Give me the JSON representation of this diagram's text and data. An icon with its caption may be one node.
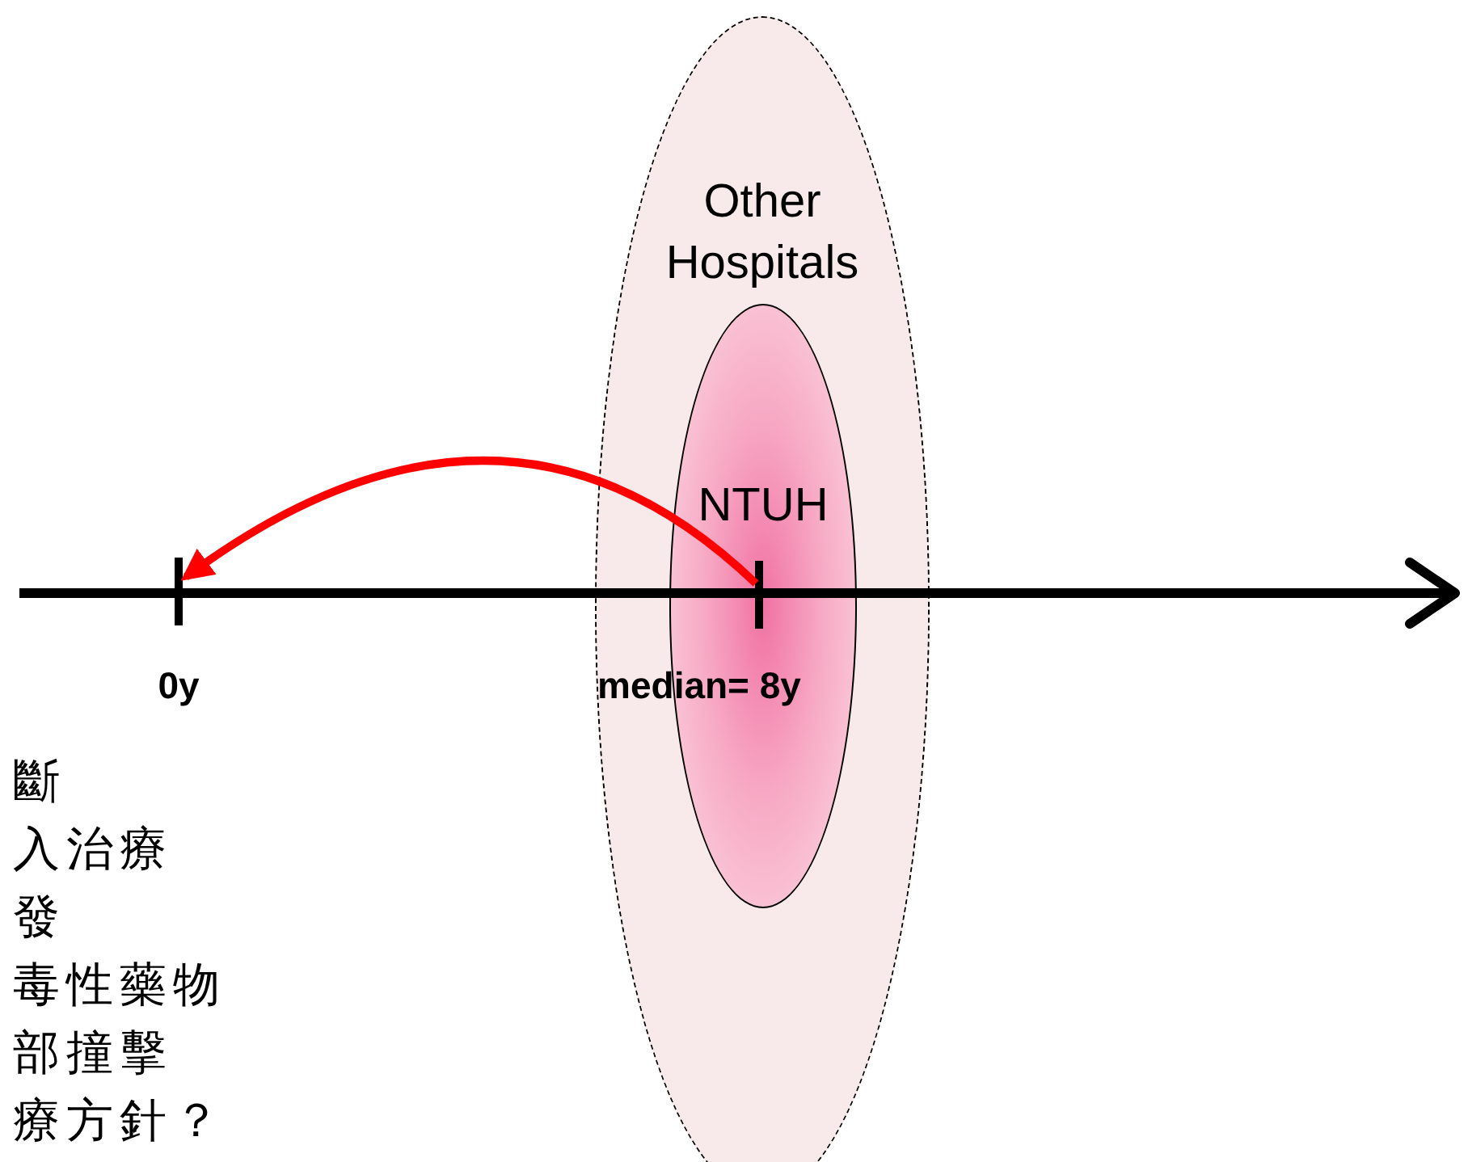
{
  "diagram": {
    "nodes": [
      {
        "text": [
          "Other Hospitals"
        ]
      },
      {
        "text": [
          "NTUH"
        ],
        "in": 0
      },
      {
        "text": [],
        "shape": "bar",
        "beside": [
          "0y"
        ]
      },
      {
        "text": [],
        "shape": "bar",
        "beside": [
          "median= 8y"
        ],
        "in": 1
      }
    ],
    "edges": [
      {
        "from": 3,
        "to": 2,
        "arrow": "to",
        "color": "#ff0000"
      }
    ],
    "labels": [
      "斷",
      "入治療",
      "發",
      "毒性藥物",
      "部撞擊",
      "療方針？"
    ]
  }
}
